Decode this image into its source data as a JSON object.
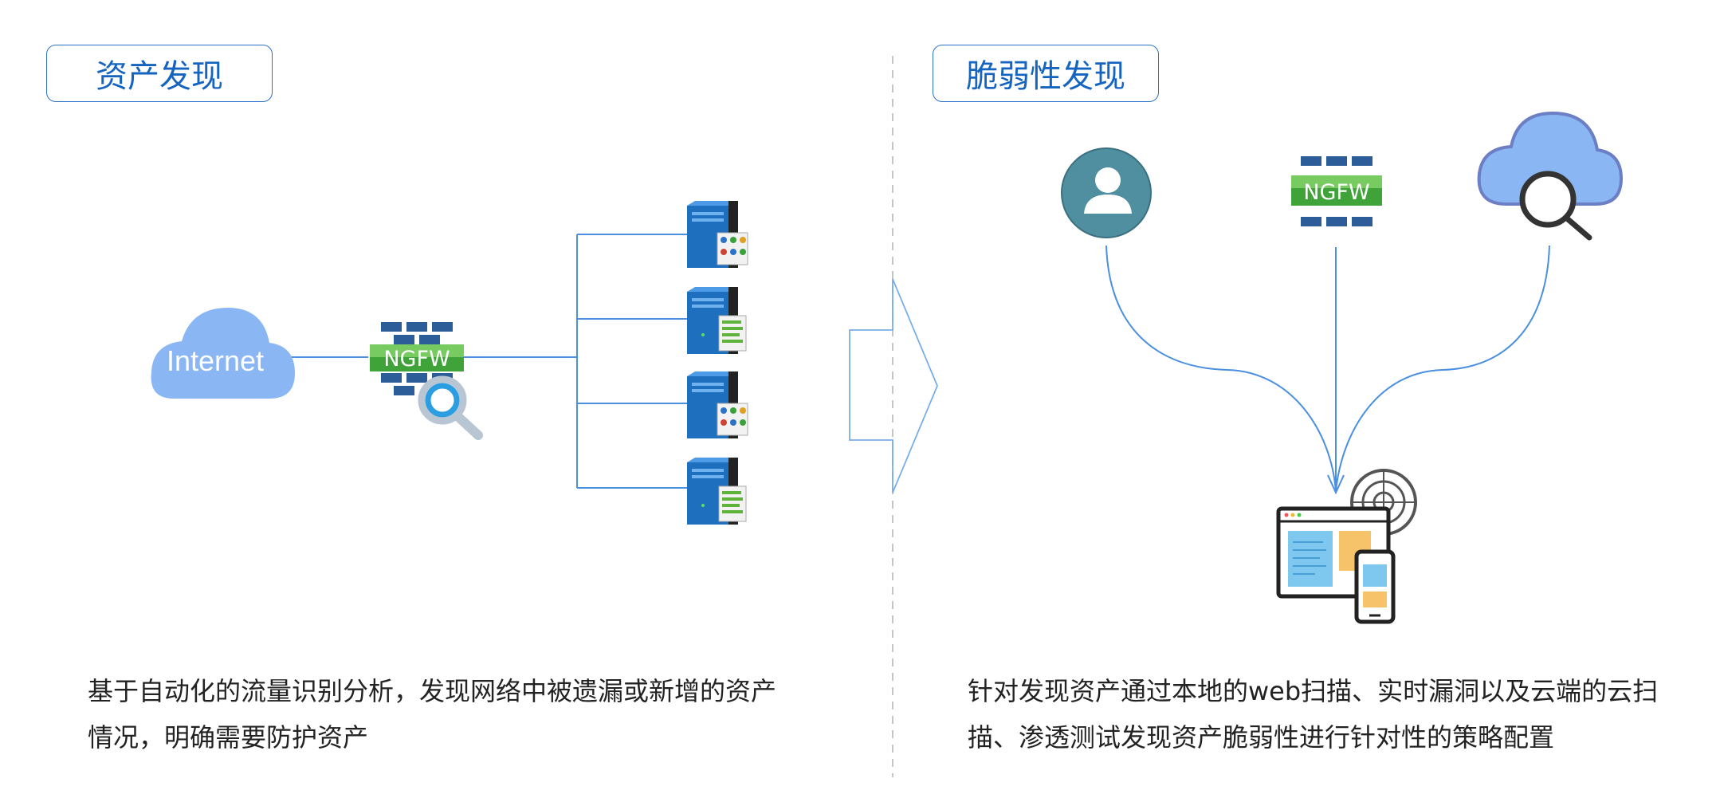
{
  "left": {
    "title": "资产发现",
    "internet_label": "Internet",
    "ngfw_label": "NGFW",
    "description_line1": "基于自动化的流量识别分析，发现网络中被遗漏或新增的资产",
    "description_line2": "情况，明确需要防护资产"
  },
  "right": {
    "title": "脆弱性发现",
    "ngfw_label": "NGFW",
    "description_line1": "针对发现资产通过本地的web扫描、实时漏洞以及云端的云扫",
    "description_line2": "描、渗透测试发现资产脆弱性进行针对性的策略配置"
  },
  "colors": {
    "accent": "#2a73c8",
    "line": "#4a8fe0",
    "cloud": "#8ab6f4",
    "server": "#1f6fbf",
    "ngfw_green": "#5fb33a",
    "ngfw_brick": "#2c5d98",
    "user_circle": "#4f8fa0"
  },
  "icons": [
    "cloud-icon",
    "firewall-icon",
    "magnifier-icon",
    "server-icon",
    "user-icon",
    "radar-icon",
    "device-icon",
    "cloud-search-icon"
  ]
}
